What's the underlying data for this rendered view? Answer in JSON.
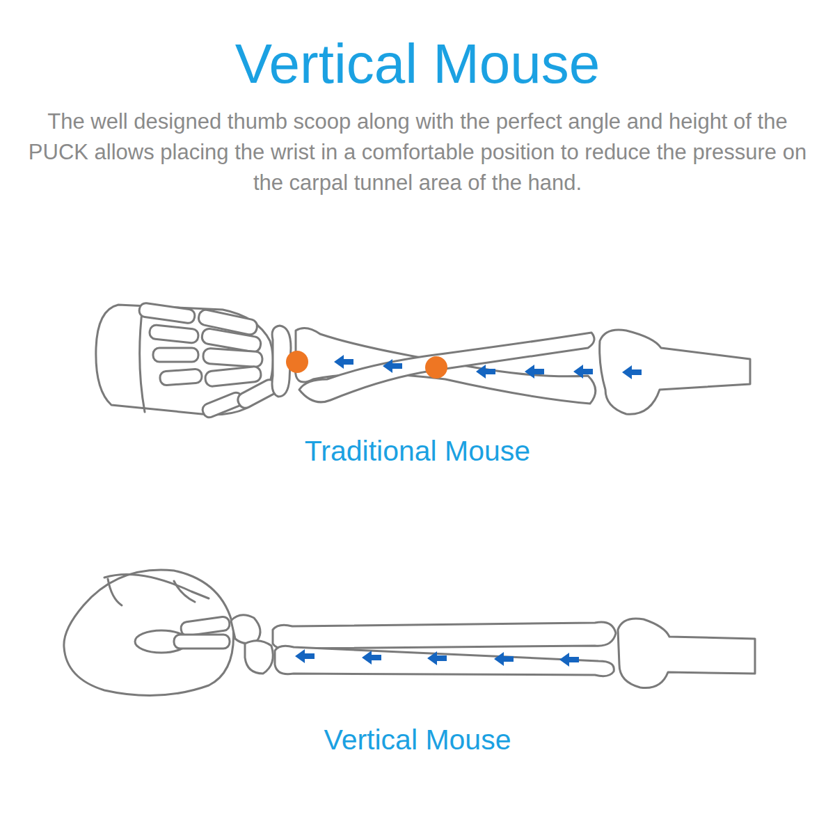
{
  "diagram": {
    "title": "Vertical Mouse",
    "labels": [
      "The well designed thumb scoop along with the perfect angle and height of the PUCK allows placing the wrist in a comfortable position to reduce the pressure on the carpal tunnel area of the hand.",
      "Traditional Mouse",
      "Vertical Mouse"
    ]
  }
}
